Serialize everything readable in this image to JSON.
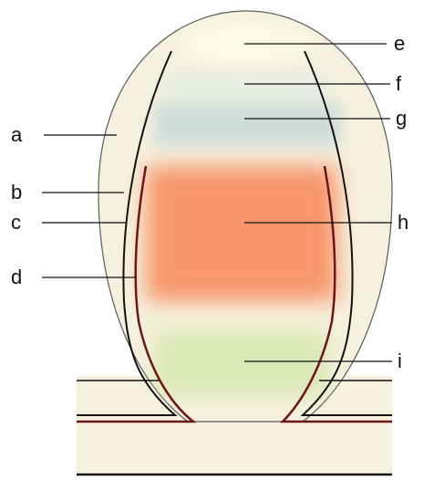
{
  "diagram": {
    "labels": {
      "a": "a",
      "b": "b",
      "c": "c",
      "d": "d",
      "e": "e",
      "f": "f",
      "g": "g",
      "h": "h",
      "i": "i"
    },
    "colors": {
      "outer_fill": "#f6f1de",
      "outline": "#111111",
      "inner_line": "#6e1515",
      "zone_e": "#fbfbe6",
      "zone_f": "#e8ede3",
      "zone_g": "#cfddda",
      "zone_h": "#f7966b",
      "zone_i": "#d9e8b4"
    }
  }
}
